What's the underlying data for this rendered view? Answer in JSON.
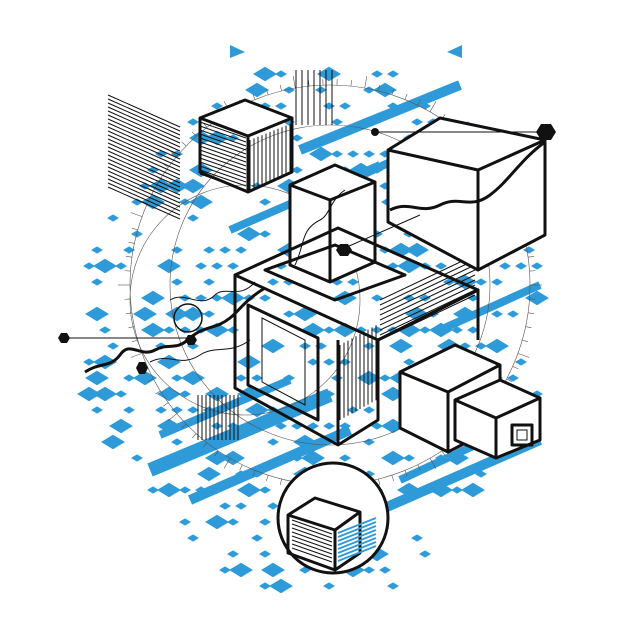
{
  "artwork": {
    "kind": "isometric-abstract-illustration",
    "colors": {
      "background": "#ffffff",
      "accent": "#2f9ad8",
      "line": "#111111"
    },
    "elements": [
      "blue-rhombus-pattern",
      "hatched-line-blocks",
      "isometric-cubes",
      "wave-graph-lines",
      "node-connectors",
      "circular-guides",
      "magnifier-circle"
    ]
  }
}
